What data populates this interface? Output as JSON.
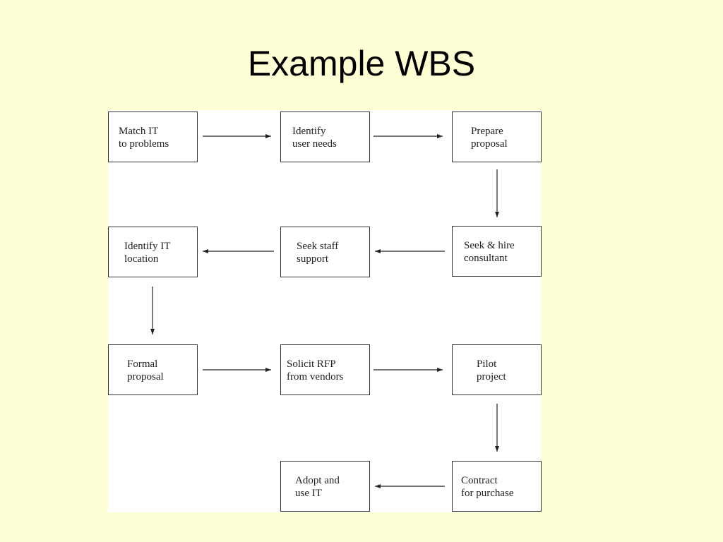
{
  "slide": {
    "title": "Example WBS"
  },
  "diagram": {
    "boxes": [
      {
        "id": "match",
        "lines": [
          "Match IT",
          "to problems"
        ]
      },
      {
        "id": "identify-user",
        "lines": [
          "Identify",
          "user needs"
        ]
      },
      {
        "id": "prepare",
        "lines": [
          "Prepare",
          "proposal"
        ]
      },
      {
        "id": "seek-hire",
        "lines": [
          "Seek & hire",
          "consultant"
        ]
      },
      {
        "id": "seek-staff",
        "lines": [
          "Seek staff",
          "support"
        ]
      },
      {
        "id": "identify-it",
        "lines": [
          "Identify IT",
          "location"
        ]
      },
      {
        "id": "formal",
        "lines": [
          "Formal",
          "proposal"
        ]
      },
      {
        "id": "solicit",
        "lines": [
          "Solicit RFP",
          "from vendors"
        ]
      },
      {
        "id": "pilot",
        "lines": [
          "Pilot",
          "project"
        ]
      },
      {
        "id": "contract",
        "lines": [
          "Contract",
          "for purchase"
        ]
      },
      {
        "id": "adopt",
        "lines": [
          "Adopt and",
          "use IT"
        ]
      }
    ],
    "arrows": [
      {
        "from": "match",
        "to": "identify-user"
      },
      {
        "from": "identify-user",
        "to": "prepare"
      },
      {
        "from": "prepare",
        "to": "seek-hire"
      },
      {
        "from": "seek-hire",
        "to": "seek-staff"
      },
      {
        "from": "seek-staff",
        "to": "identify-it"
      },
      {
        "from": "identify-it",
        "to": "formal"
      },
      {
        "from": "formal",
        "to": "solicit"
      },
      {
        "from": "solicit",
        "to": "pilot"
      },
      {
        "from": "pilot",
        "to": "contract"
      },
      {
        "from": "contract",
        "to": "adopt"
      }
    ]
  }
}
